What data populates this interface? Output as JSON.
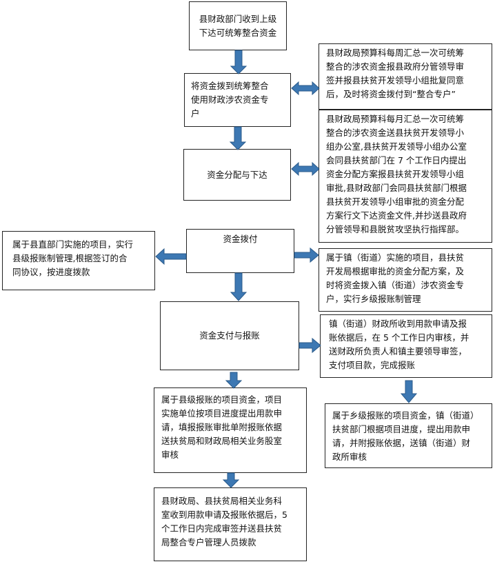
{
  "boxes": {
    "receive": "县财政部门收到上级\n下达可统筹整合资金",
    "allocate_account": "将资金拨到统筹整合\n使用财政涉农资金专\n户",
    "weekly_summary": "县财政局预算科每周汇总一次可统筹\n整合的涉农资金报县政府分管领导审\n签并报县扶贫开发领导小组批复同意\n后，及时将资金拨付到“整合专户”",
    "monthly_summary": "县财政局预算科每月汇总一次可统筹\n整合的涉农资金送县扶贫开发领导小\n组办公室,县扶贫开发领导小组办公室\n会同县扶贫部门在 7 个工作日内提出\n资金分配方案报县扶贫开发领导小组\n审批,县财政部门会同县扶贫部门根据\n县扶贫开发领导小组审批的资金分配\n方案行文下达资金文件,并抄送县政府\n分管领导和县脱贫攻坚执行指挥部。",
    "distribute": "资金分配与下达",
    "disburse": "资金拨付",
    "county_project": "属于县直部门实施的项目，实行\n县级报账制管理,根据签订的合\n同协议，按进度拨款",
    "town_project": "属于镇（街道）实施的项目，县扶贫\n开发局根据审批的资金分配方案，及\n时将资金拨入镇（街道）涉农资金专\n户，实行乡级报账制管理",
    "payment": "资金支付与报账",
    "town_review": "镇（街道）财政所收到用款申请及报\n账依据后，在 5 个工作日内审核，并\n送财政所负责人和镇主要领导审签，\n支付项目款，完成报账",
    "county_level": "属于县级报账的项目资金，项目\n实施单位按项目进度提出用款申\n请，填报报账审批单附报账依据\n送扶贫局和财政局相关业务股室\n审核",
    "township_level": "属于乡级报账的项目资金，镇（街道）\n扶贫部门根据项目进度，提出用款申\n请，并附报账依据，送镇（街道）财\n政所审核",
    "final_review": "县财政局、县扶贫局相关业务科\n室收到用款申请及报账依据后，5\n个工作日内完成审签并送县扶贫\n局整合专户管理人员拨款"
  },
  "colors": {
    "arrow_fill": "#3d78b3",
    "arrow_stroke": "#2a5a8a",
    "border": "#222222"
  }
}
